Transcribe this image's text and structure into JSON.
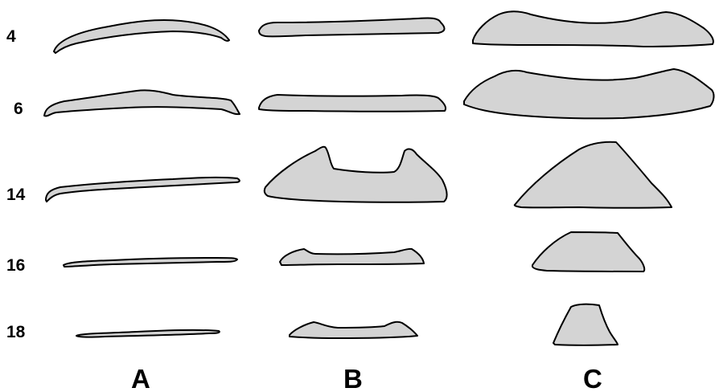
{
  "row_labels": [
    "4",
    "6",
    "14",
    "16",
    "18"
  ],
  "column_labels": [
    "A",
    "B",
    "C"
  ],
  "colors": {
    "fill": "#d4d4d4",
    "outline": "#000000"
  }
}
